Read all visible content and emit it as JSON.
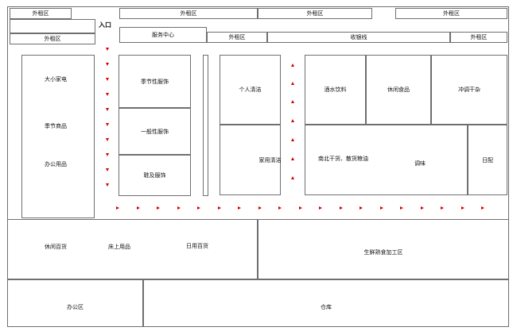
{
  "zones": {
    "outer_rent_1": "外租区",
    "outer_rent_2": "外租区",
    "outer_rent_3": "外租区",
    "outer_rent_4": "外租区",
    "outer_rent_5": "外租区",
    "outer_rent_6": "外租区",
    "outer_rent_7": "外租区",
    "entrance": "入口",
    "service_center": "服务中心",
    "checkout": "收银线",
    "small_appliances": "大小家电",
    "seasonal_goods": "季节商品",
    "office_supplies": "办公用品",
    "seasonal_clothing": "季节性服饰",
    "general_clothing": "一般性服饰",
    "shoes_accessories": "鞋及服饰",
    "personal_care": "个人清洁",
    "home_cleaning": "家用清洁",
    "water_drinks": "酒水饮料",
    "snack_foods": "休闲食品",
    "instant_foods": "冲调干杂",
    "dried_goods": "南北干货、散货粮油",
    "condiments": "调味",
    "daily_supplies": "日配",
    "leisure_goods": "休闲百货",
    "bedding": "床上用品",
    "daily_goods": "日用百货",
    "fresh_processing": "生鲜熟食加工区",
    "office_area": "办公区",
    "warehouse": "仓库"
  },
  "colors": {
    "arrow": "#d40000",
    "line": "#6f6f6f"
  }
}
